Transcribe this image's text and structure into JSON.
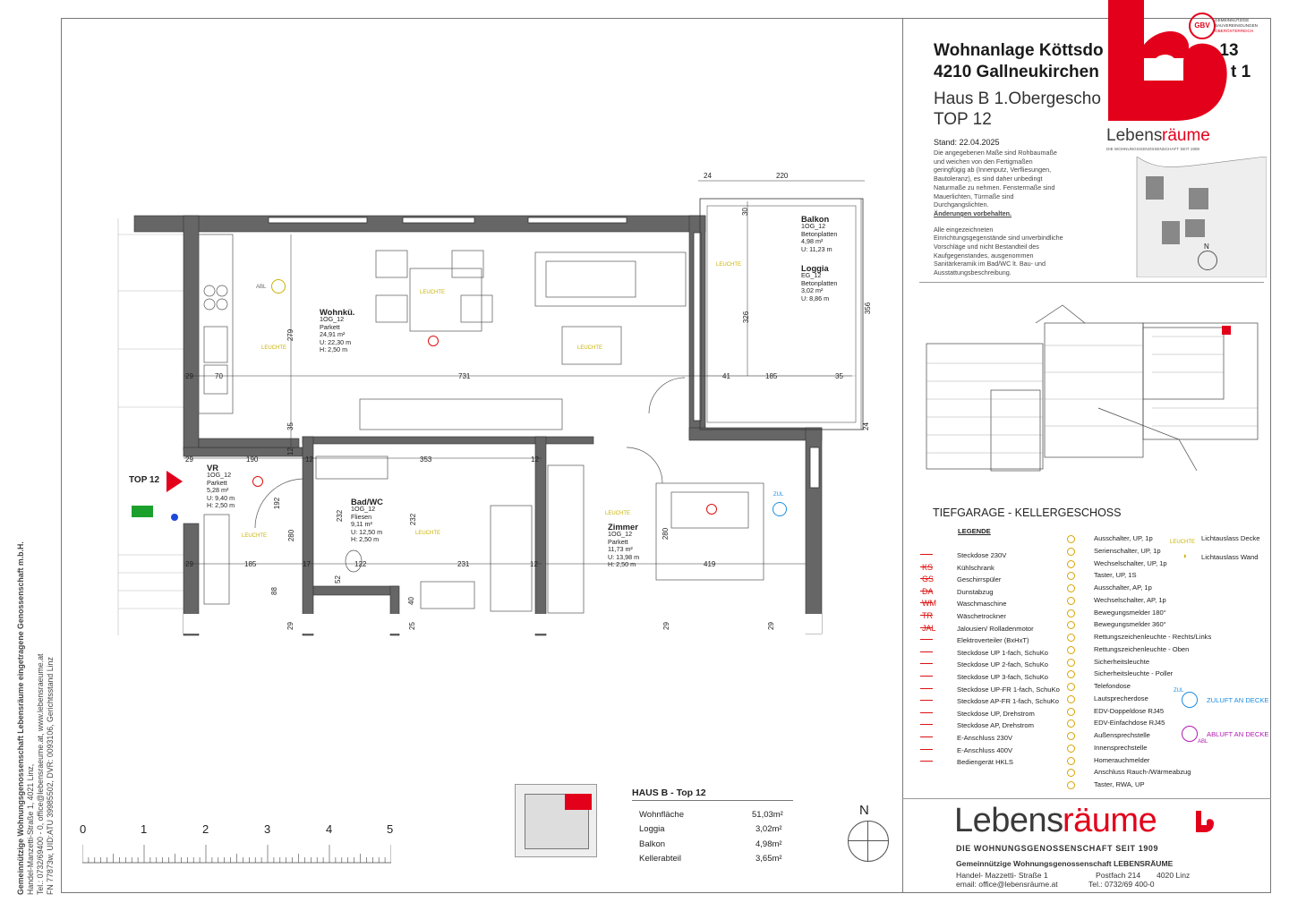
{
  "header": {
    "line1": "Wohnanlage Köttsdo",
    "line1b": "se 13",
    "line2": "4210 Gallneukirchen",
    "line2b": "t 1",
    "line3": "Haus B  1.Obergescho",
    "line4": "TOP 12",
    "stand": "Stand: 22.04.2025",
    "notes1": [
      "Die angegebenen Maße sind Rohbaumaße",
      "und weichen von den Fertigmaßen",
      "geringfügig ab (Innenputz, Verfliesungen,",
      "Bautoleranz), es sind daher unbedingt",
      "Naturmaße zu nehmen. Fenstermaße sind",
      "Mauerlichten, Türmaße sind",
      "Durchgangslichten."
    ],
    "notes_bold": "Änderungen vorbehalten.",
    "notes2": [
      "Alle eingezeichneten",
      "Einrichtungsgegenstände sind unverbindliche",
      "Vorschläge und nicht Bestandteil des",
      "Kaufgegenstandes, ausgenommen",
      "Sanitärkeramik im Bad/WC lt. Bau- und",
      "Ausstattungsbeschreibung."
    ]
  },
  "logo": {
    "brand_word_a": "Lebens",
    "brand_word_b": "räume",
    "tagline": "DIE WOHNUNGSGENOSSENSCHAFT SEIT 1909",
    "badge": "GBV",
    "badge_text": [
      "GEMEINNÜTZIGE",
      "BAUVEREINIGUNGEN",
      "OBERÖSTERREICH"
    ],
    "colors": {
      "red": "#e3001b",
      "dark": "#3a3a3a"
    }
  },
  "keyplan": {
    "north": "N",
    "title": "TIEFGARAGE - KELLERGESCHOSS"
  },
  "legend": {
    "title": "LEGENDE",
    "left": [
      {
        "sym": "",
        "label": "Steckdose 230V"
      },
      {
        "sym": "KS",
        "label": "Kühlschrank"
      },
      {
        "sym": "GS",
        "label": "Geschirrspüler"
      },
      {
        "sym": "DA",
        "label": "Dunstabzug"
      },
      {
        "sym": "WM",
        "label": "Waschmaschine"
      },
      {
        "sym": "TR",
        "label": "Wäschetrockner"
      },
      {
        "sym": "JAL",
        "label": "Jalousien/ Rolladenmotor"
      },
      {
        "sym": "",
        "label": "Elektroverteiler (BxHxT)"
      },
      {
        "sym": "",
        "label": "Steckdose UP 1-fach, SchuKo"
      },
      {
        "sym": "",
        "label": "Steckdose UP 2-fach, SchuKo"
      },
      {
        "sym": "",
        "label": "Steckdose UP 3-fach, SchuKo"
      },
      {
        "sym": "",
        "label": "Steckdose UP-FR 1-fach, SchuKo"
      },
      {
        "sym": "",
        "label": "Steckdose AP-FR 1-fach, SchuKo"
      },
      {
        "sym": "",
        "label": "Steckdose UP, Drehstrom"
      },
      {
        "sym": "",
        "label": "Steckdose AP, Drehstrom"
      },
      {
        "sym": "",
        "label": "E-Anschluss 230V"
      },
      {
        "sym": "",
        "label": "E-Anschluss 400V"
      },
      {
        "sym": "",
        "label": "Bediengerät HKLS"
      }
    ],
    "middle": [
      "Ausschalter, UP, 1p",
      "Serienschalter, UP, 1p",
      "Wechselschalter, UP, 1p",
      "Taster, UP, 1S",
      "Ausschalter, AP, 1p",
      "Wechselschalter, AP, 1p",
      "Bewegungsmelder 180°",
      "Bewegungsmelder 360°",
      "Rettungszeichenleuchte - Rechts/Links",
      "Rettungszeichenleuchte - Oben",
      "Sicherheitsleuchte",
      "Sicherheitsleuchte - Poller",
      "Telefondose",
      "Lautsprecherdose",
      "EDV-Doppeldose RJ45",
      "EDV-Einfachdose RJ45",
      "Außensprechstelle",
      "Innensprechstelle",
      "Homerauchmelder",
      "Anschluss Rauch-/Wärmeabzug",
      "Taster, RWA, UP"
    ],
    "right": [
      {
        "label": "Lichtauslass Decke",
        "sym": "LEUCHTE"
      },
      {
        "label": "Lichtauslass Wand"
      },
      {
        "label": "ZULUFT AN DECKE",
        "sym": "ZUL"
      },
      {
        "label": "ABLUFT AN DECKE",
        "sym": "ABL"
      }
    ]
  },
  "summary": {
    "title": "HAUS B - Top 12",
    "rows": [
      {
        "label": "Wohnfläche",
        "value": "51,03m²"
      },
      {
        "label": "Loggia",
        "value": "3,02m²"
      },
      {
        "label": "Balkon",
        "value": "4,98m²"
      },
      {
        "label": "Kellerabteil",
        "value": "3,65m²"
      }
    ]
  },
  "scale": {
    "ticks": [
      "0",
      "1",
      "2",
      "3",
      "4",
      "5"
    ]
  },
  "north": "N",
  "sidebar": [
    "Gemeinnützige Wohnungsgenossenschaft Lebensräume eingetragene Genossenschaft m.b.H.",
    "Handel-Manzetti-Straße 1, 4021 Linz,",
    "Tel.: 0732/69400 - 0, office@lebensraeume.at, www.lebensraeume.at",
    "FN 77873w, UID:ATU 39985502, DVR: 0093106, Gerichtsstand Linz"
  ],
  "footer": {
    "brand_a": "Lebens",
    "brand_b": "räume",
    "tagline": "DIE WOHNUNGSGENOSSENSCHAFT SEIT 1909",
    "company": "Gemeinnützige Wohnungsgenossenschaft LEBENSRÄUME",
    "street": "Handel- Mazzetti- Straße  1",
    "postfach": "Postfach 214",
    "city": "4020 Linz",
    "email": "email: office@lebensräume.at",
    "tel": "Tel.:  0732/69 400-0"
  },
  "rooms": {
    "wohnk": {
      "name": "Wohnkü.",
      "code": "1OG_12",
      "floor": "Parkett",
      "area": "24,91 m²",
      "u": "U: 22,30 m",
      "h": "H: 2,50 m"
    },
    "vr": {
      "name": "VR",
      "code": "1OG_12",
      "floor": "Parkett",
      "area": "5,28 m²",
      "u": "U: 9,40 m",
      "h": "H: 2,50 m"
    },
    "bad": {
      "name": "Bad/WC",
      "code": "1OG_12",
      "floor": "Fliesen",
      "area": "9,11 m²",
      "u": "U: 12,50 m",
      "h": "H: 2,50 m"
    },
    "zimmer": {
      "name": "Zimmer",
      "code": "1OG_12",
      "floor": "Parkett",
      "area": "11,73 m²",
      "u": "U: 13,98 m",
      "h": "H: 2,50 m"
    },
    "balkon": {
      "name": "Balkon",
      "code": "1OG_12",
      "floor": "Betonplatten",
      "area": "4,98 m²",
      "u": "U: 11,23 m"
    },
    "loggia": {
      "name": "Loggia",
      "code": "EG_12",
      "floor": "Betonplatten",
      "area": "3,02 m²",
      "u": "U: 8,86 m"
    }
  },
  "plan_labels": {
    "top": "TOP 12",
    "leuchte": "LEUCHTE",
    "abl": "ABL",
    "zul": "ZUL",
    "dims": {
      "d24a": "24",
      "d220": "220",
      "d731": "731",
      "d41": "41",
      "d185a": "185",
      "d35a": "35",
      "d29a": "29",
      "d70": "70",
      "d29b": "29",
      "d190": "190",
      "d12a": "12",
      "d353": "353",
      "d12b": "12",
      "d29c": "29",
      "d185b": "185",
      "d17": "17",
      "d122": "122",
      "d231": "231",
      "d12c": "12",
      "d419": "419",
      "d279": "279",
      "d326": "326",
      "d356": "356",
      "d30": "30",
      "d24b": "24",
      "d35b": "35",
      "d12d": "12",
      "d192": "192",
      "d280a": "280",
      "d232a": "232",
      "d232b": "232",
      "d280b": "280",
      "d88": "88",
      "d52": "52",
      "d40": "40",
      "d29d": "29",
      "d25": "25",
      "d29e": "29",
      "d29f": "29"
    }
  }
}
